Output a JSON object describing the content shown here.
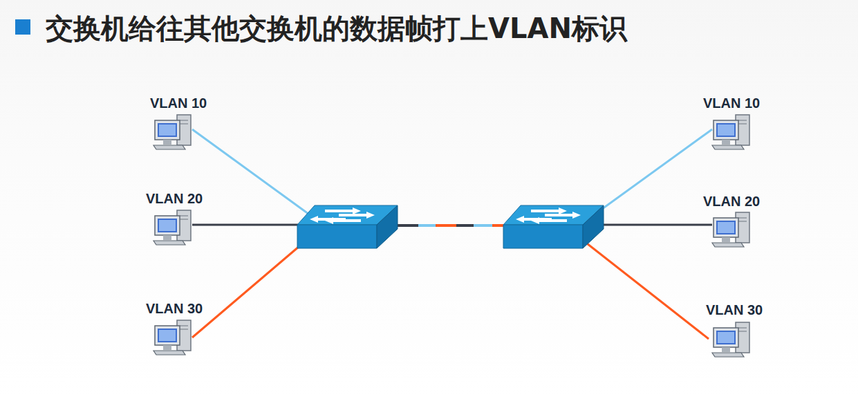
{
  "diagram": {
    "title": "交换机给往其他交换机的数据帧打上VLAN标识",
    "nodes": [
      {
        "text": [
          "VLAN 10"
        ]
      },
      {
        "text": [
          "VLAN 20"
        ]
      },
      {
        "text": [
          "VLAN 30"
        ]
      },
      {
        "text": [
          "VLAN 10"
        ]
      },
      {
        "text": [
          "VLAN 20"
        ]
      },
      {
        "text": [
          "VLAN 30"
        ]
      }
    ]
  }
}
